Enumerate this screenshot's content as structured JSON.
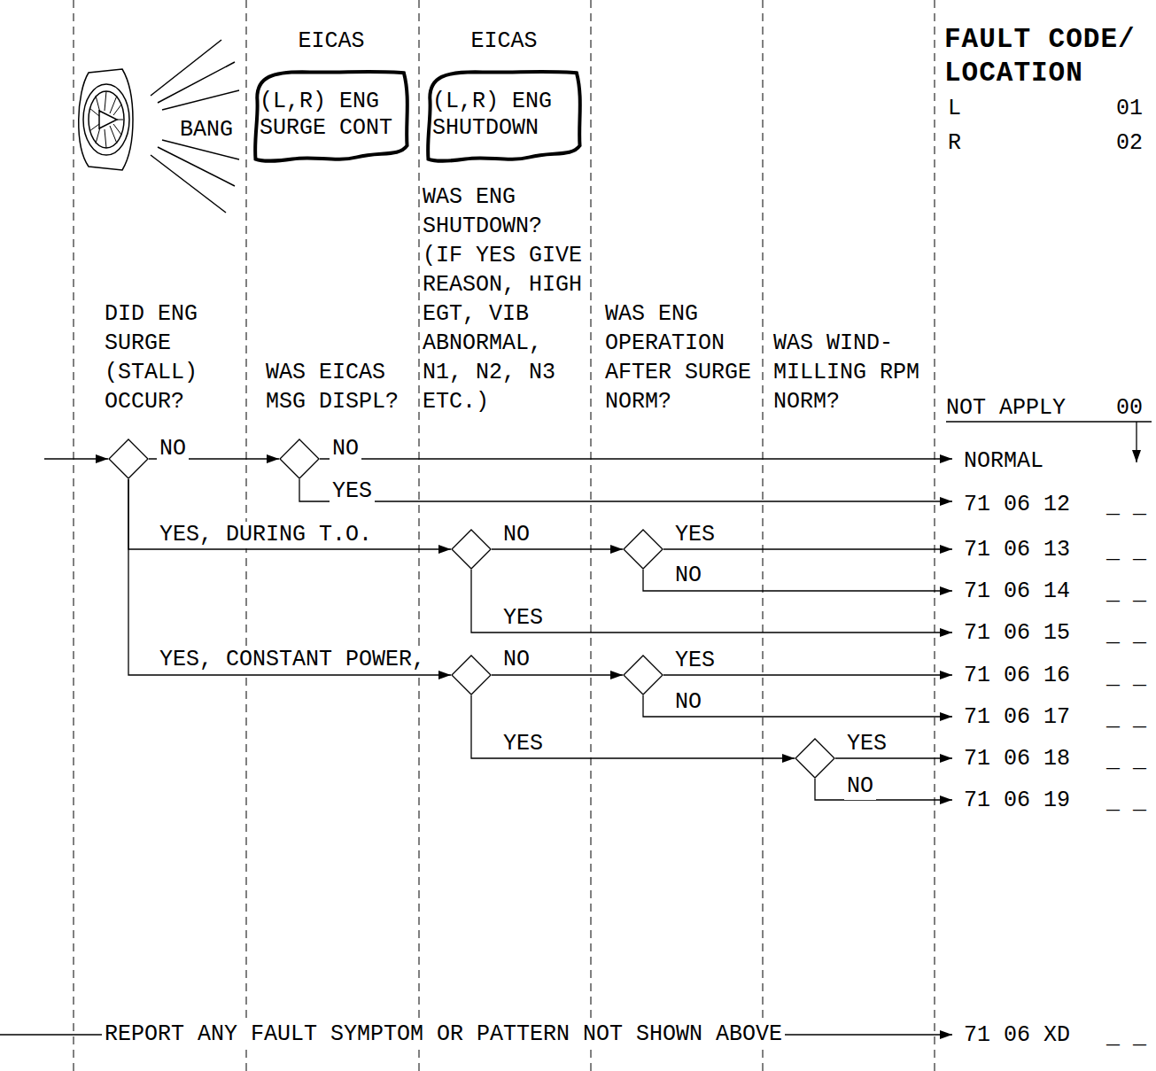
{
  "diagram": {
    "nodes": [
      {
        "text": [
          "EICAS",
          "(L,R) ENG SURGE CONT"
        ]
      },
      {
        "text": [
          "EICAS",
          "(L,R) ENG SHUTDOWN"
        ]
      },
      {
        "text": []
      },
      {
        "text": []
      },
      {
        "text": []
      },
      {
        "text": []
      },
      {
        "text": []
      },
      {
        "text": []
      },
      {
        "text": []
      }
    ],
    "edges": [
      {
        "from": 2,
        "to": 3,
        "arrow": "to",
        "label": "NO"
      },
      {
        "from": 2,
        "to": 4,
        "arrow": "to",
        "label": "YES, DURING T.O."
      },
      {
        "from": 2,
        "to": 6,
        "arrow": "to",
        "label": "YES, CONSTANT POWER,"
      },
      {
        "from": 4,
        "to": 5,
        "arrow": "to",
        "label": "NO"
      },
      {
        "from": 6,
        "to": 7,
        "arrow": "to",
        "label": "NO"
      },
      {
        "from": 6,
        "to": 8,
        "arrow": "to",
        "label": "YES"
      }
    ],
    "labels": [
      "BANG",
      "DID ENG SURGE (STALL) OCCUR?",
      "WAS EICAS MSG DISPL?",
      "WAS ENG SHUTDOWN? (IF YES GIVE REASON, HIGH EGT, VIB ABNORMAL, N1, N2, N3 ETC.)",
      "WAS ENG OPERATION AFTER SURGE NORM?",
      "WAS WIND-MILLING RPM NORM?",
      "FAULT CODE/ LOCATION",
      "L",
      "01",
      "R",
      "02",
      "NOT APPLY",
      "00",
      "NORMAL",
      "71 06 12",
      "71 06 13",
      "71 06 14",
      "71 06 15",
      "71 06 16",
      "71 06 17",
      "71 06 18",
      "71 06 19",
      "71 06 XD",
      "_ _",
      "_ _",
      "_ _",
      "_ _",
      "_ _",
      "_ _",
      "_ _",
      "_ _",
      "_ _",
      "REPORT ANY FAULT SYMPTOM OR PATTERN NOT SHOWN ABOVE",
      "NO",
      "YES",
      "YES",
      "NO",
      "YES",
      "YES",
      "NO",
      "YES",
      "NO"
    ]
  }
}
